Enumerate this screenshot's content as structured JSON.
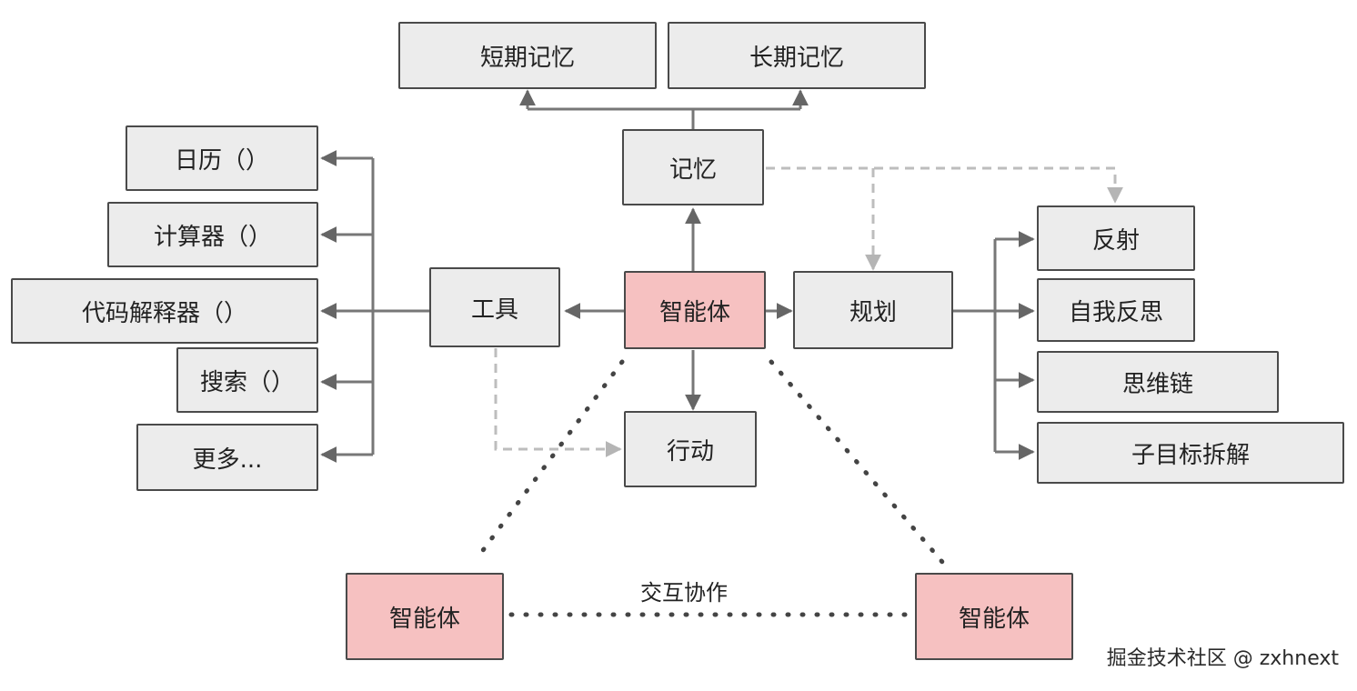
{
  "nodes": {
    "short_term_memory": "短期记忆",
    "long_term_memory": "长期记忆",
    "memory": "记忆",
    "calendar": "日历（）",
    "calculator": "计算器（）",
    "code_interpreter": "代码解释器（）",
    "search": "搜索（）",
    "more": "更多...",
    "tools": "工具",
    "agent_main": "智能体",
    "planning": "规划",
    "action": "行动",
    "reflection": "反射",
    "self_reflection": "自我反思",
    "chain_of_thought": "思维链",
    "subgoal_decomposition": "子目标拆解",
    "agent_left": "智能体",
    "agent_right": "智能体"
  },
  "labels": {
    "interaction": "交互协作"
  },
  "watermark": "掘金技术社区 @ zxhnext",
  "colors": {
    "box_fill": "#ececec",
    "agent_fill": "#f6c1c1",
    "border": "#4a4a4a",
    "line": "#777777",
    "dashed_line": "#bdbdbd",
    "dotted_line": "#444444"
  }
}
